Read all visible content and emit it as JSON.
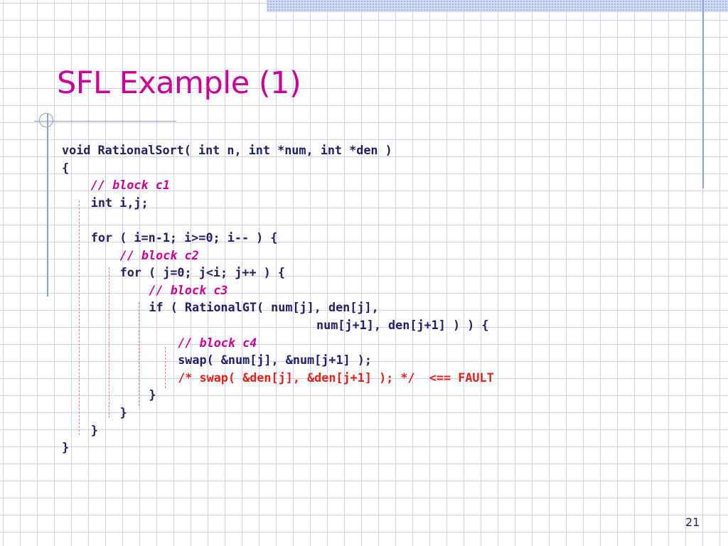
{
  "slide": {
    "title": "SFL Example (1)",
    "page_number": "21"
  },
  "code": {
    "lines": [
      {
        "text": "void RationalSort( int n, int *num, int *den )",
        "style": "code",
        "indent": 0
      },
      {
        "text": "{",
        "style": "code",
        "indent": 0
      },
      {
        "text": "// block c1",
        "style": "comment",
        "indent": 1
      },
      {
        "text": "int i,j;",
        "style": "code",
        "indent": 1
      },
      {
        "text": "",
        "style": "code",
        "indent": 0
      },
      {
        "text": "for ( i=n-1; i>=0; i-- ) {",
        "style": "code",
        "indent": 1
      },
      {
        "text": "// block c2",
        "style": "comment",
        "indent": 2
      },
      {
        "text": "for ( j=0; j<i; j++ ) {",
        "style": "code",
        "indent": 2
      },
      {
        "text": "// block c3",
        "style": "comment",
        "indent": 3
      },
      {
        "text": "if ( RationalGT( num[j], den[j],",
        "style": "code",
        "indent": 3
      },
      {
        "text": "num[j+1], den[j+1] ) ) {",
        "style": "code",
        "indent": 11
      },
      {
        "text": "// block c4",
        "style": "comment",
        "indent": 4
      },
      {
        "text": "swap( &num[j], &num[j+1] );",
        "style": "code",
        "indent": 4
      },
      {
        "text": "/* swap( &den[j], &den[j+1] ); */  <== FAULT",
        "style": "fault",
        "indent": 4
      },
      {
        "text": "}",
        "style": "code",
        "indent": 3
      },
      {
        "text": "}",
        "style": "code",
        "indent": 2
      },
      {
        "text": "}",
        "style": "code",
        "indent": 1
      },
      {
        "text": "}",
        "style": "code",
        "indent": 0
      }
    ]
  },
  "colors": {
    "title": "#cc0099",
    "code": "#1f1f66",
    "comment": "#cc0099",
    "fault": "#e8201a",
    "block_marker": "#e87a94",
    "grid": "#cdd3ee"
  }
}
